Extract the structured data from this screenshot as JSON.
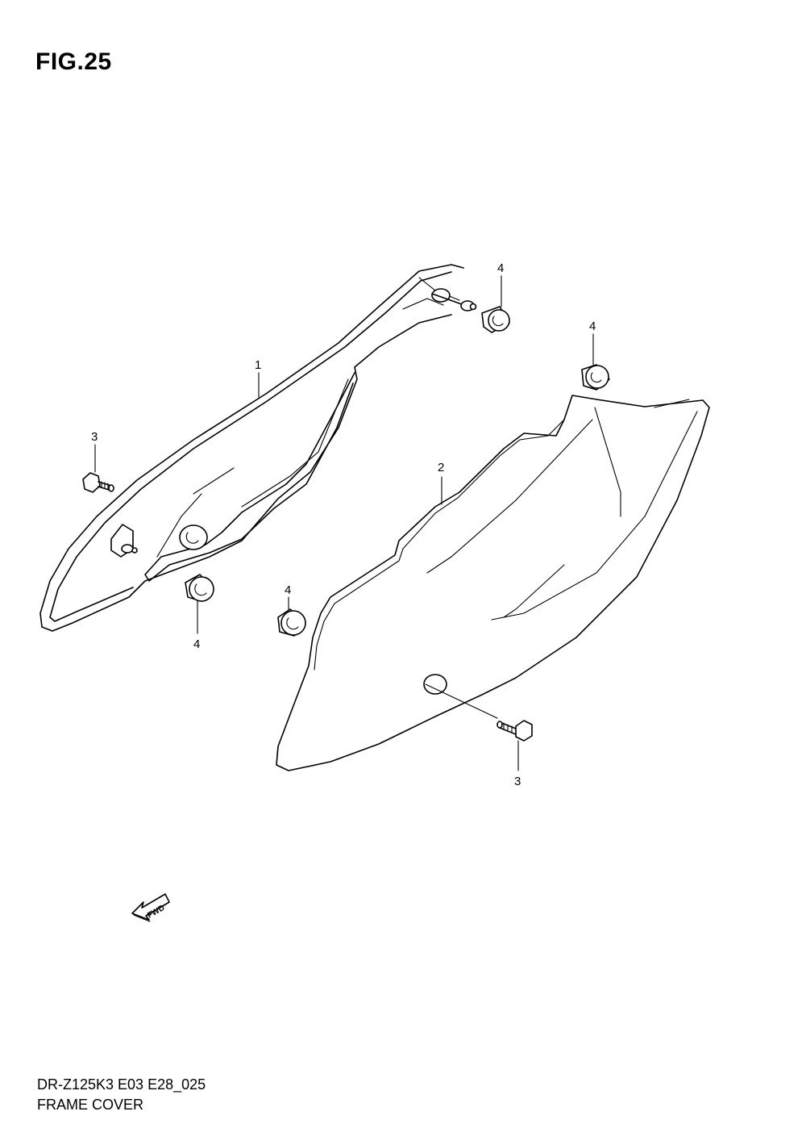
{
  "figure": {
    "title": "FIG.25",
    "model_code": "DR-Z125K3 E03 E28_025",
    "name": "FRAME COVER"
  },
  "callouts": {
    "part_1": "1",
    "part_2": "2",
    "part_3_upper": "3",
    "part_3_lower": "3",
    "part_4_top": "4",
    "part_4_right": "4",
    "part_4_left": "4",
    "part_4_middle": "4"
  },
  "fwd_arrow": {
    "label": "FWD"
  }
}
